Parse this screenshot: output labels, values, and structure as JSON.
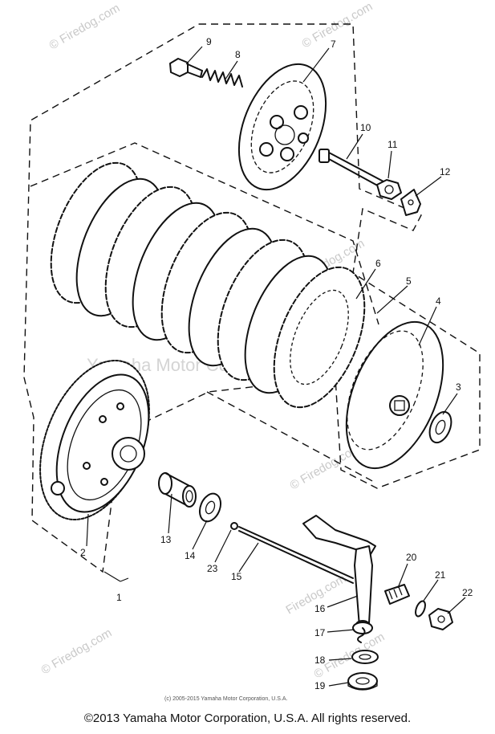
{
  "diagram": {
    "parts": [
      {
        "ref": "1"
      },
      {
        "ref": "2"
      },
      {
        "ref": "3"
      },
      {
        "ref": "4"
      },
      {
        "ref": "5"
      },
      {
        "ref": "6"
      },
      {
        "ref": "7"
      },
      {
        "ref": "8"
      },
      {
        "ref": "9"
      },
      {
        "ref": "10"
      },
      {
        "ref": "11"
      },
      {
        "ref": "12"
      },
      {
        "ref": "13"
      },
      {
        "ref": "14"
      },
      {
        "ref": "15"
      },
      {
        "ref": "16"
      },
      {
        "ref": "17"
      },
      {
        "ref": "18"
      },
      {
        "ref": "19"
      },
      {
        "ref": "20"
      },
      {
        "ref": "21"
      },
      {
        "ref": "22"
      },
      {
        "ref": "23"
      }
    ],
    "watermarks": {
      "site": "© Firedog.com",
      "domain": "Firedog.com",
      "center": "Yamaha Motor Corp"
    },
    "small_copyright": "(c) 2005-2015 Yamaha Motor Corporation, U.S.A."
  },
  "footer": {
    "copyright": "©2013 Yamaha Motor Corporation, U.S.A. All rights reserved."
  }
}
